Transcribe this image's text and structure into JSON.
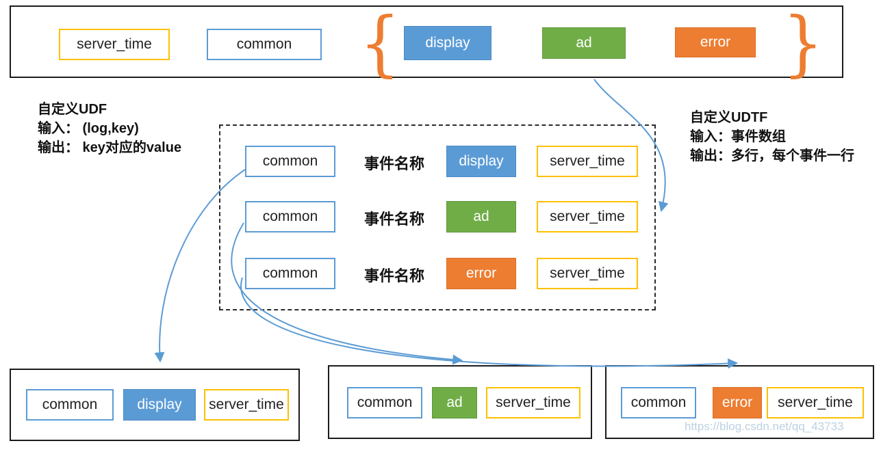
{
  "colors": {
    "event_blue": "#5B9BD5",
    "event_green": "#70AD47",
    "event_orange": "#ED7D31",
    "border_yellow": "#FFC000",
    "border_blue": "#5B9BD5",
    "arrow": "#5B9BD5",
    "brace": "#ED7D31"
  },
  "top": {
    "server_time": "server_time",
    "common": "common",
    "display": "display",
    "ad": "ad",
    "error": "error",
    "brace_open": "{",
    "brace_close": "}"
  },
  "udf_note": {
    "title": "自定义UDF",
    "input": "输入： (log,key)",
    "output": "输出： key对应的value"
  },
  "udtf_note": {
    "title": "自定义UDTF",
    "input": "输入：事件数组",
    "output": "输出：多行，每个事件一行"
  },
  "middle": {
    "rows": [
      {
        "common": "common",
        "event_label": "事件名称",
        "event": "display",
        "server_time": "server_time"
      },
      {
        "common": "common",
        "event_label": "事件名称",
        "event": "ad",
        "server_time": "server_time"
      },
      {
        "common": "common",
        "event_label": "事件名称",
        "event": "error",
        "server_time": "server_time"
      }
    ]
  },
  "bottom": {
    "boxes": [
      {
        "common": "common",
        "event": "display",
        "server_time": "server_time"
      },
      {
        "common": "common",
        "event": "ad",
        "server_time": "server_time"
      },
      {
        "common": "common",
        "event": "error",
        "server_time": "server_time"
      }
    ]
  },
  "watermark": "https://blog.csdn.net/qq_43733"
}
